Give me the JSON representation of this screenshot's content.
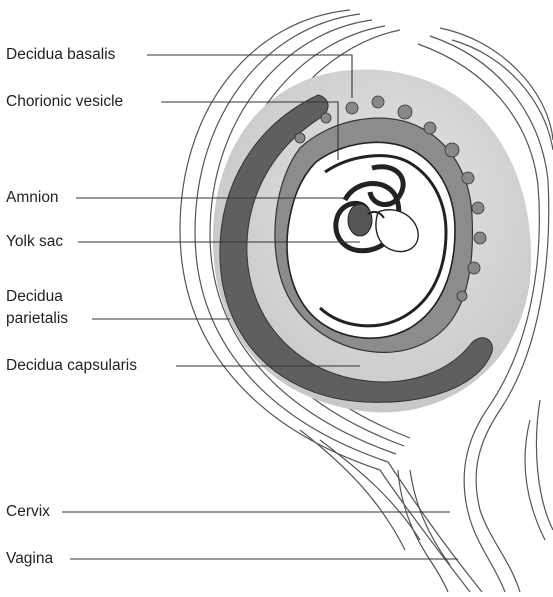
{
  "labels": {
    "decidua_basalis": "Decidua basalis",
    "chorionic_vesicle": "Chorionic vesicle",
    "amnion": "Amnion",
    "yolk_sac": "Yolk sac",
    "decidua_parietalis_1": "Decidua",
    "decidua_parietalis_2": "parietalis",
    "decidua_capsularis": "Decidua capsularis",
    "cervix": "Cervix",
    "vagina": "Vagina"
  },
  "colors": {
    "decidua": "#d8d8d8",
    "wall": "#5e5e5e",
    "villi": "#8a8a8a",
    "cavity": "#ffffff",
    "line": "#333333"
  }
}
